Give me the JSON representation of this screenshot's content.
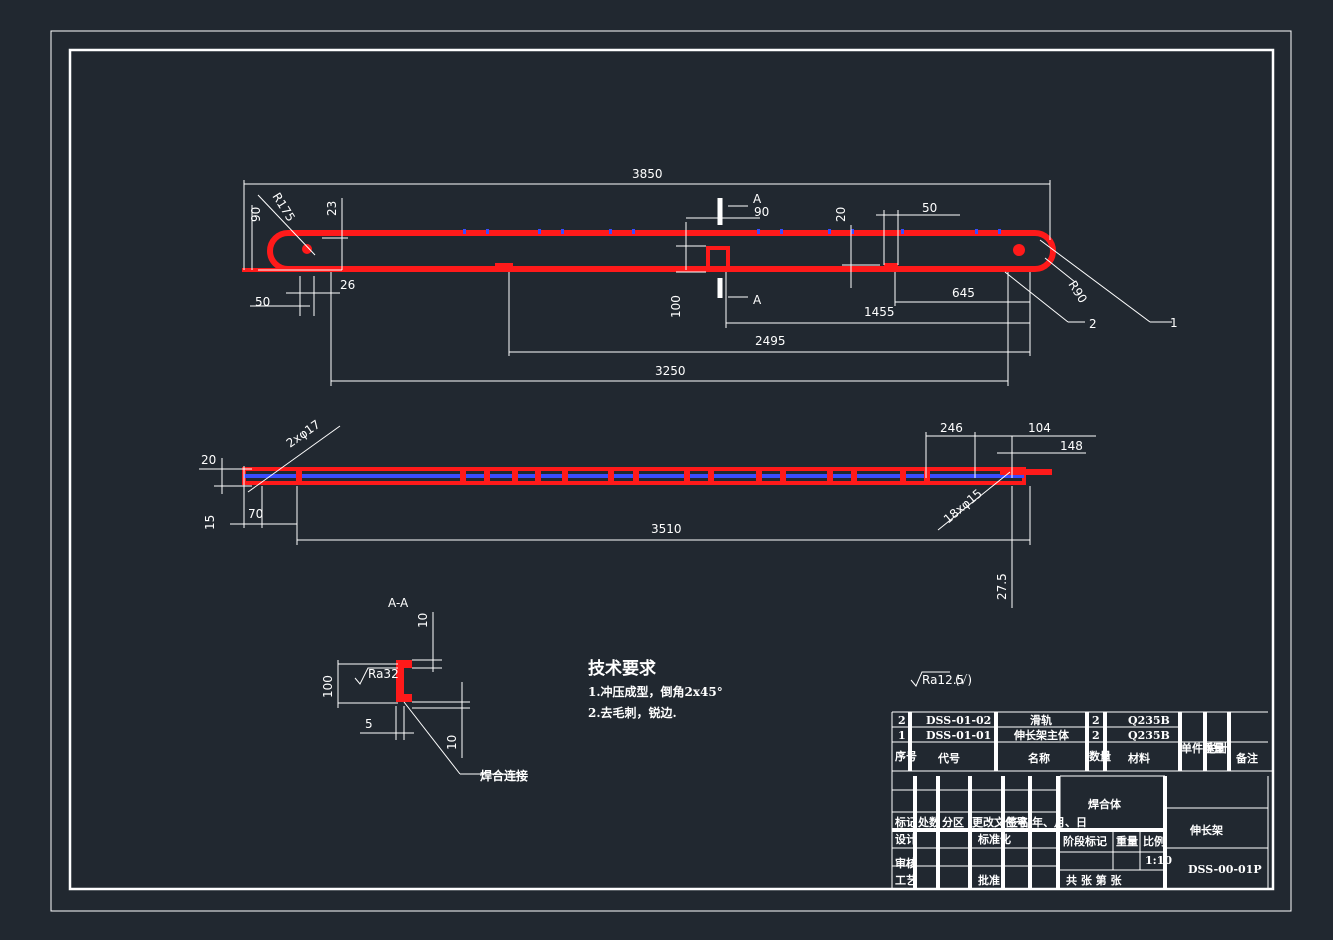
{
  "top_view": {
    "dims": {
      "overall": "3850",
      "d90_left": "90",
      "r175": "R175",
      "d23": "23",
      "d50_left": "50",
      "d26": "26",
      "d90_mid": "90",
      "d20": "20",
      "d50_right": "50",
      "d100": "100",
      "d645": "645",
      "d1455": "1455",
      "d2495": "2495",
      "d3250": "3250",
      "r90": "R90"
    },
    "section_mark": "A",
    "callouts": [
      "1",
      "2"
    ]
  },
  "side_view": {
    "dims": {
      "d246": "246",
      "d104": "104",
      "d148": "148",
      "d20": "20",
      "d15": "15",
      "d70": "70",
      "d3510": "3510",
      "d27_5": "27.5",
      "holes_small": "2xφ17",
      "holes_many": "18xφ15"
    }
  },
  "section_view": {
    "title": "A-A",
    "dims": {
      "d10_top": "10",
      "d100": "100",
      "d5": "5",
      "d10_bot": "10"
    },
    "roughness": "Ra32",
    "weld_label": "焊合连接"
  },
  "tech": {
    "title": "技术要求",
    "items": [
      "1.冲压成型，倒角2x45°",
      "2.去毛刺，锐边."
    ]
  },
  "surface_mark": {
    "ra": "Ra12.5",
    "rest": "(√)"
  },
  "title_block": {
    "parts": [
      {
        "no": "2",
        "code": "DSS-01-02",
        "name": "滑轨",
        "qty": "2",
        "material": "Q235B"
      },
      {
        "no": "1",
        "code": "DSS-01-01",
        "name": "伸长架主体",
        "qty": "2",
        "material": "Q235B"
      }
    ],
    "headers": {
      "no": "序号",
      "code": "代号",
      "name": "名称",
      "qty": "数量",
      "material": "材料",
      "weight": "单件重量",
      "total": "总计",
      "remark": "备注"
    },
    "assembly": "焊合体",
    "part_name": "伸长架",
    "drawing_no": "DSS-00-01P",
    "scale": "1:10",
    "labels": {
      "design": "设计",
      "check": "审核",
      "process": "工艺",
      "approve": "批准",
      "stage_mark": "阶段标记",
      "weight": "重量",
      "scale": "比例",
      "sheets": "共 张   第 张",
      "std": "标准化",
      "mark": "标记",
      "count": "处数",
      "zone": "分区",
      "change_doc": "更改文件号",
      "sign": "签名",
      "date": "年、月、日"
    }
  }
}
